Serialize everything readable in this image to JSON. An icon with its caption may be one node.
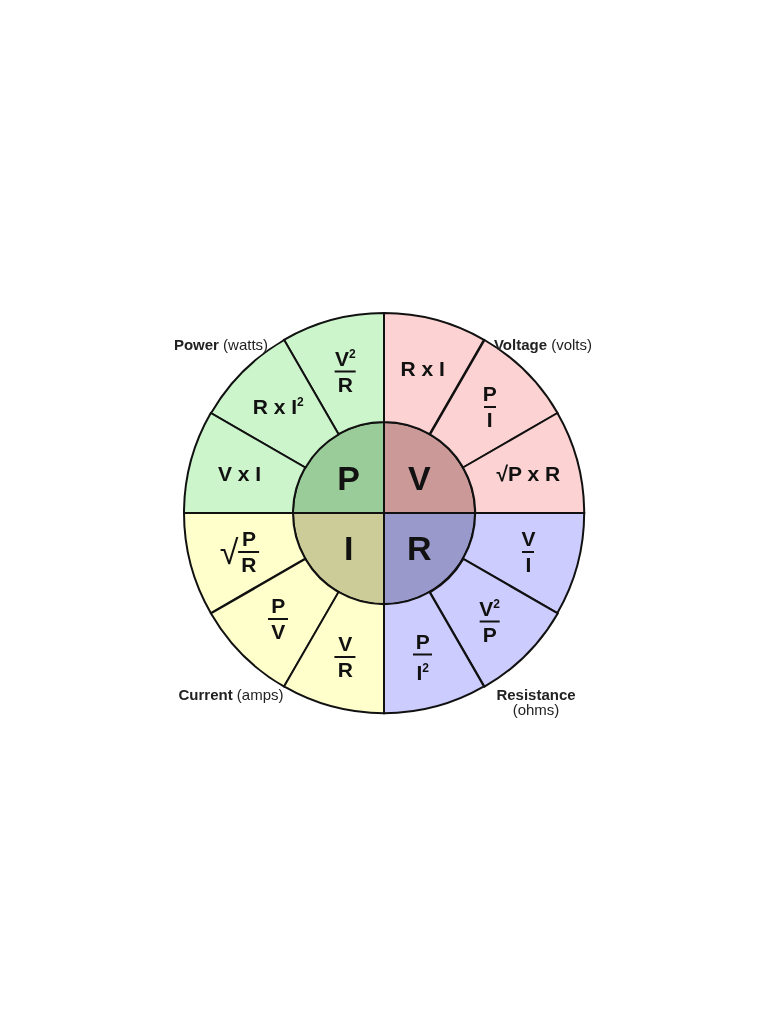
{
  "diagram": {
    "nodes": [
      {
        "text": [
          "P"
        ]
      },
      {
        "text": [
          "V"
        ]
      },
      {
        "text": [
          "I"
        ]
      },
      {
        "text": [
          "R"
        ]
      },
      {
        "text": [
          "V$^{2}$",
          "R"
        ]
      },
      {
        "text": [
          "R x I$^{2}$"
        ]
      },
      {
        "text": [
          "V x I"
        ]
      },
      {
        "text": [
          "R x I"
        ]
      },
      {
        "text": [
          "P",
          "I"
        ]
      },
      {
        "text": [
          "√P x R"
        ]
      },
      {
        "text": [
          "√",
          "P",
          "R"
        ]
      },
      {
        "text": [
          "P",
          "V"
        ]
      },
      {
        "text": [
          "V",
          "R"
        ]
      },
      {
        "text": [
          "V",
          "I"
        ]
      },
      {
        "text": [
          "V$^{2}$",
          "P"
        ]
      },
      {
        "text": [
          "P",
          "I$^{2}$"
        ]
      }
    ],
    "labels": [
      "**Power** (watts)",
      "**Voltage** (volts)",
      "**Current** (amps)",
      "**Resistance** (ohms)"
    ]
  }
}
